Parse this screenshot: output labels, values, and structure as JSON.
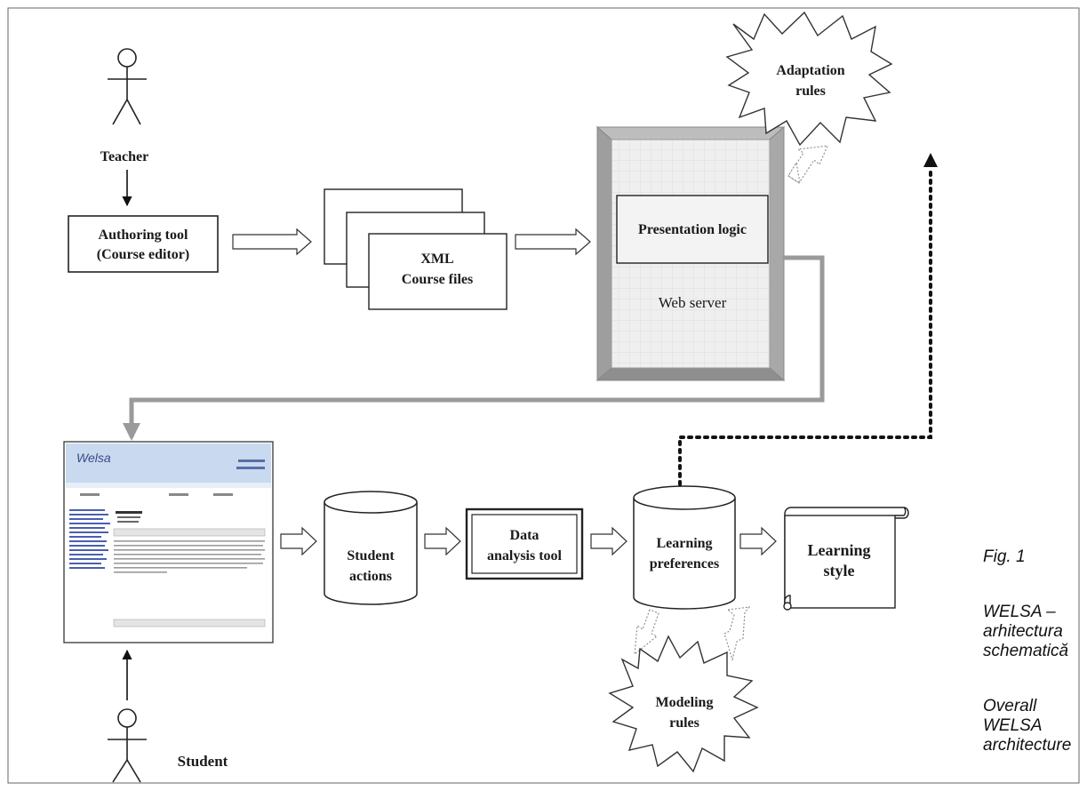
{
  "actors": {
    "teacher": "Teacher",
    "student": "Student"
  },
  "nodes": {
    "authoring_tool": [
      "Authoring tool",
      "(Course editor)"
    ],
    "xml_files": [
      "XML",
      "Course files"
    ],
    "presentation_logic": "Presentation logic",
    "web_server": "Web server",
    "adaptation_rules": [
      "Adaptation",
      "rules"
    ],
    "student_actions": [
      "Student",
      "actions"
    ],
    "data_analysis_tool": [
      "Data",
      "analysis tool"
    ],
    "learning_preferences": [
      "Learning",
      "preferences"
    ],
    "learning_style": [
      "Learning",
      "style"
    ],
    "modeling_rules": [
      "Modeling",
      "rules"
    ]
  },
  "caption": {
    "fig": "Fig. 1",
    "ro": [
      "WELSA –",
      "arhitectura",
      "schematică"
    ],
    "en": [
      "Overall",
      "WELSA",
      "architecture"
    ]
  },
  "screenshot": {
    "logo": "Welsa"
  },
  "colors": {
    "connector_gray": "#9a9a9a",
    "server_face": "#ececec",
    "screenshot_banner": "#c9d9ef"
  }
}
